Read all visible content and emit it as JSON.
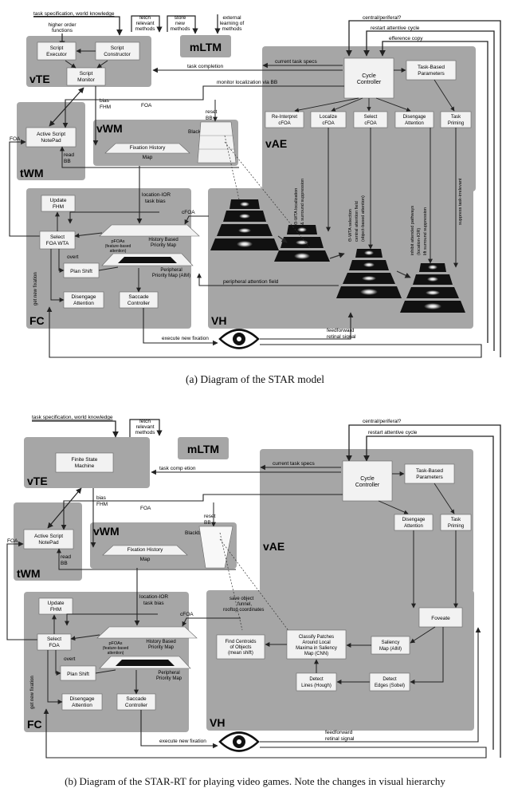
{
  "figure_a": {
    "caption": "(a) Diagram of the STAR model",
    "modules": {
      "vte": "vTE",
      "mltm": "mLTM",
      "twm": "tWM",
      "vwm": "vWM",
      "vae": "vAE",
      "fc": "FC",
      "vh": "VH"
    },
    "top_labels": {
      "task_spec": "task specification, world knowledge",
      "higher_order": "higher order",
      "functions": "functions",
      "fetch1": "fetch",
      "fetch2": "relevant",
      "fetch3": "methods",
      "store1": "store",
      "store2": "new",
      "store3": "methods",
      "ext1": "external",
      "ext2": "learning of",
      "ext3": "methods",
      "central": "central/periferal?",
      "restart": "restart attentive cycle",
      "efference": "efference copy"
    },
    "boxes": {
      "script_executor": [
        "Script",
        "Executor"
      ],
      "script_constructor": [
        "Script",
        "Constructor"
      ],
      "script_monitor": [
        "Script",
        "Monitor"
      ],
      "active_script": [
        "Active Script",
        "NotePad"
      ],
      "cycle_controller": [
        "Cycle",
        "Controller"
      ],
      "task_params": [
        "Task-Based",
        "Parameters"
      ],
      "reinterpret": [
        "Re-Interpret",
        "cFOA"
      ],
      "localize": [
        "Localize",
        "cFOA"
      ],
      "select_cfoa": [
        "Select",
        "cFOA"
      ],
      "disengage_att": [
        "Disengage",
        "Attention"
      ],
      "task_priming": [
        "Task",
        "Priming"
      ],
      "fixation_history": [
        "Fixation History",
        "Map"
      ],
      "blackboard": "Blackboard",
      "update_fhm": [
        "Update",
        "FHM"
      ],
      "select_foa": [
        "Select",
        "FOA WTA"
      ],
      "plan_shift": "Plan Shift",
      "fc_disengage": [
        "Disengage",
        "Attention"
      ],
      "saccade_controller": [
        "Saccade",
        "Controller"
      ],
      "history_priority": [
        "History Based",
        "Priority Map"
      ],
      "pfoas": [
        "pFOAs",
        "(feature-based",
        "attention)"
      ],
      "peripheral_priority": [
        "Peripheral",
        "Priority Map (AIM)"
      ]
    },
    "edge_labels": {
      "task_completion": "task completion",
      "current_specs": "current task specs",
      "monitor_loc": "monitor localization via BB",
      "foa": "FOA",
      "bias1": "bias",
      "bias2": "FHM",
      "reset1": "reset",
      "reset2": "BB",
      "read1": "read",
      "read2": "BB",
      "foa_left": "FOA",
      "location_ior": "location-IOR",
      "task_bias": "task bias",
      "cfoa": "cFOA",
      "overt": "overt",
      "get_new_fixation": "get new fixation",
      "peripheral_field": "peripheral attention field",
      "execute_fixation": "execute new fixation",
      "feedforward": "feedforward",
      "retinal": "retinal signal",
      "vert1": [
        "Θ-WTA localization",
        "& surround suppression"
      ],
      "vert2": [
        "Θ-WTA selection",
        "central attention field",
        "(object-based attention)"
      ],
      "vert3": [
        "inhibit attended pathways",
        "(location-IOR)",
        "lift surround suppression"
      ],
      "vert4": "suppress task-irrelevant"
    }
  },
  "figure_b": {
    "caption": "(b)  Diagram of the STAR-RT for playing video games. Note the changes in visual hierarchy",
    "modules": {
      "vte": "vTE",
      "mltm": "mLTM",
      "twm": "tWM",
      "vwm": "vWM",
      "vae": "vAE",
      "fc": "FC",
      "vh": "VH"
    },
    "top_labels": {
      "task_spec": "task specification, world knowledge",
      "fetch1": "fetch",
      "fetch2": "relevant",
      "fetch3": "methods",
      "central": "central/periferal?",
      "restart": "restart attentive cycle"
    },
    "boxes": {
      "fsm": [
        "Finite State",
        "Machine"
      ],
      "active_script": [
        "Active Script",
        "NotePad"
      ],
      "cycle_controller": [
        "Cycle",
        "Controller"
      ],
      "task_params": [
        "Task-Based",
        "Parameters"
      ],
      "disengage_att": [
        "Disengage",
        "Attention"
      ],
      "task_priming": [
        "Task",
        "Priming"
      ],
      "fixation_history": [
        "Fixation History",
        "Map"
      ],
      "blackboard": "Blackboard",
      "update_fhm": [
        "Update",
        "FHM"
      ],
      "select_foa": [
        "Select",
        "FOA"
      ],
      "plan_shift": "Plan Shift",
      "fc_disengage": [
        "Disengage",
        "Attention"
      ],
      "saccade_controller": [
        "Saccade",
        "Controller"
      ],
      "history_priority": [
        "History Based",
        "Priority Map"
      ],
      "pfoas": [
        "pFOAs",
        "(feature-based",
        "attention)"
      ],
      "peripheral_priority": [
        "Peripheral",
        "Priority Map"
      ],
      "find_centroids": [
        "Find Centroids",
        "of Objects",
        "(mean shift)"
      ],
      "classify": [
        "Classify Patches",
        "Around  Local",
        "Maxima in  Saliency",
        "Map (CNN)"
      ],
      "saliency": [
        "Saliency",
        "Map (AIM)"
      ],
      "foveate": "Foveate",
      "detect_lines": [
        "Detect",
        "Lines (Hough)"
      ],
      "detect_edges": [
        "Detect",
        "Edges (Sobel)"
      ]
    },
    "edge_labels": {
      "task_completion": "task comp etion",
      "current_specs": "current task specs",
      "bias1": "bias",
      "bias2": "FHM",
      "foa": "FOA",
      "reset1": "reset",
      "reset2": "BB",
      "read1": "read",
      "read2": "BB",
      "foa_left": "FOA",
      "location_ior": "location-IOR",
      "task_bias": "task bias",
      "cfoa": "cFOA",
      "save1": "save object",
      "save2": "funnel,",
      "save3": "rooftop coordinates",
      "overt": "overt",
      "get_new_fixation": "get new fixation",
      "execute_fixation": "execute new fixation",
      "feedforward": "feedforward",
      "retinal": "retinal signal"
    }
  }
}
